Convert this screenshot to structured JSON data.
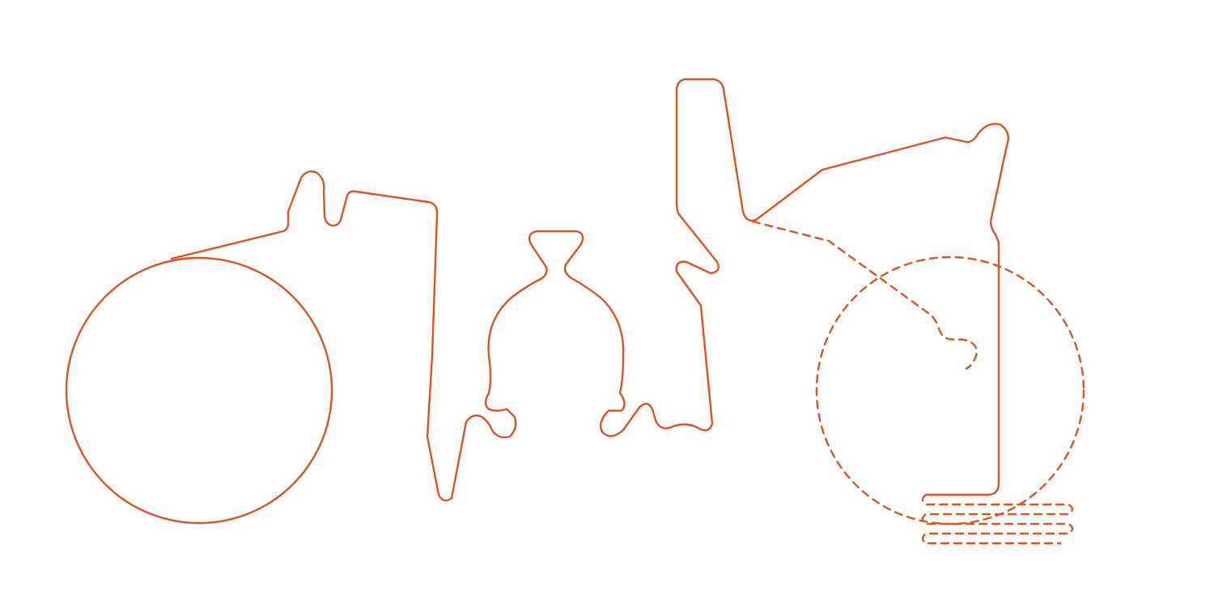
{
  "artwork": {
    "stroke_color": "#E2531F",
    "background_color": "#FFFFFF",
    "style": "single continuous line illustration",
    "elements": [
      "left-wheel",
      "rear-frame",
      "seat-arch",
      "front-frame",
      "front-wheel",
      "spring-coil"
    ]
  }
}
